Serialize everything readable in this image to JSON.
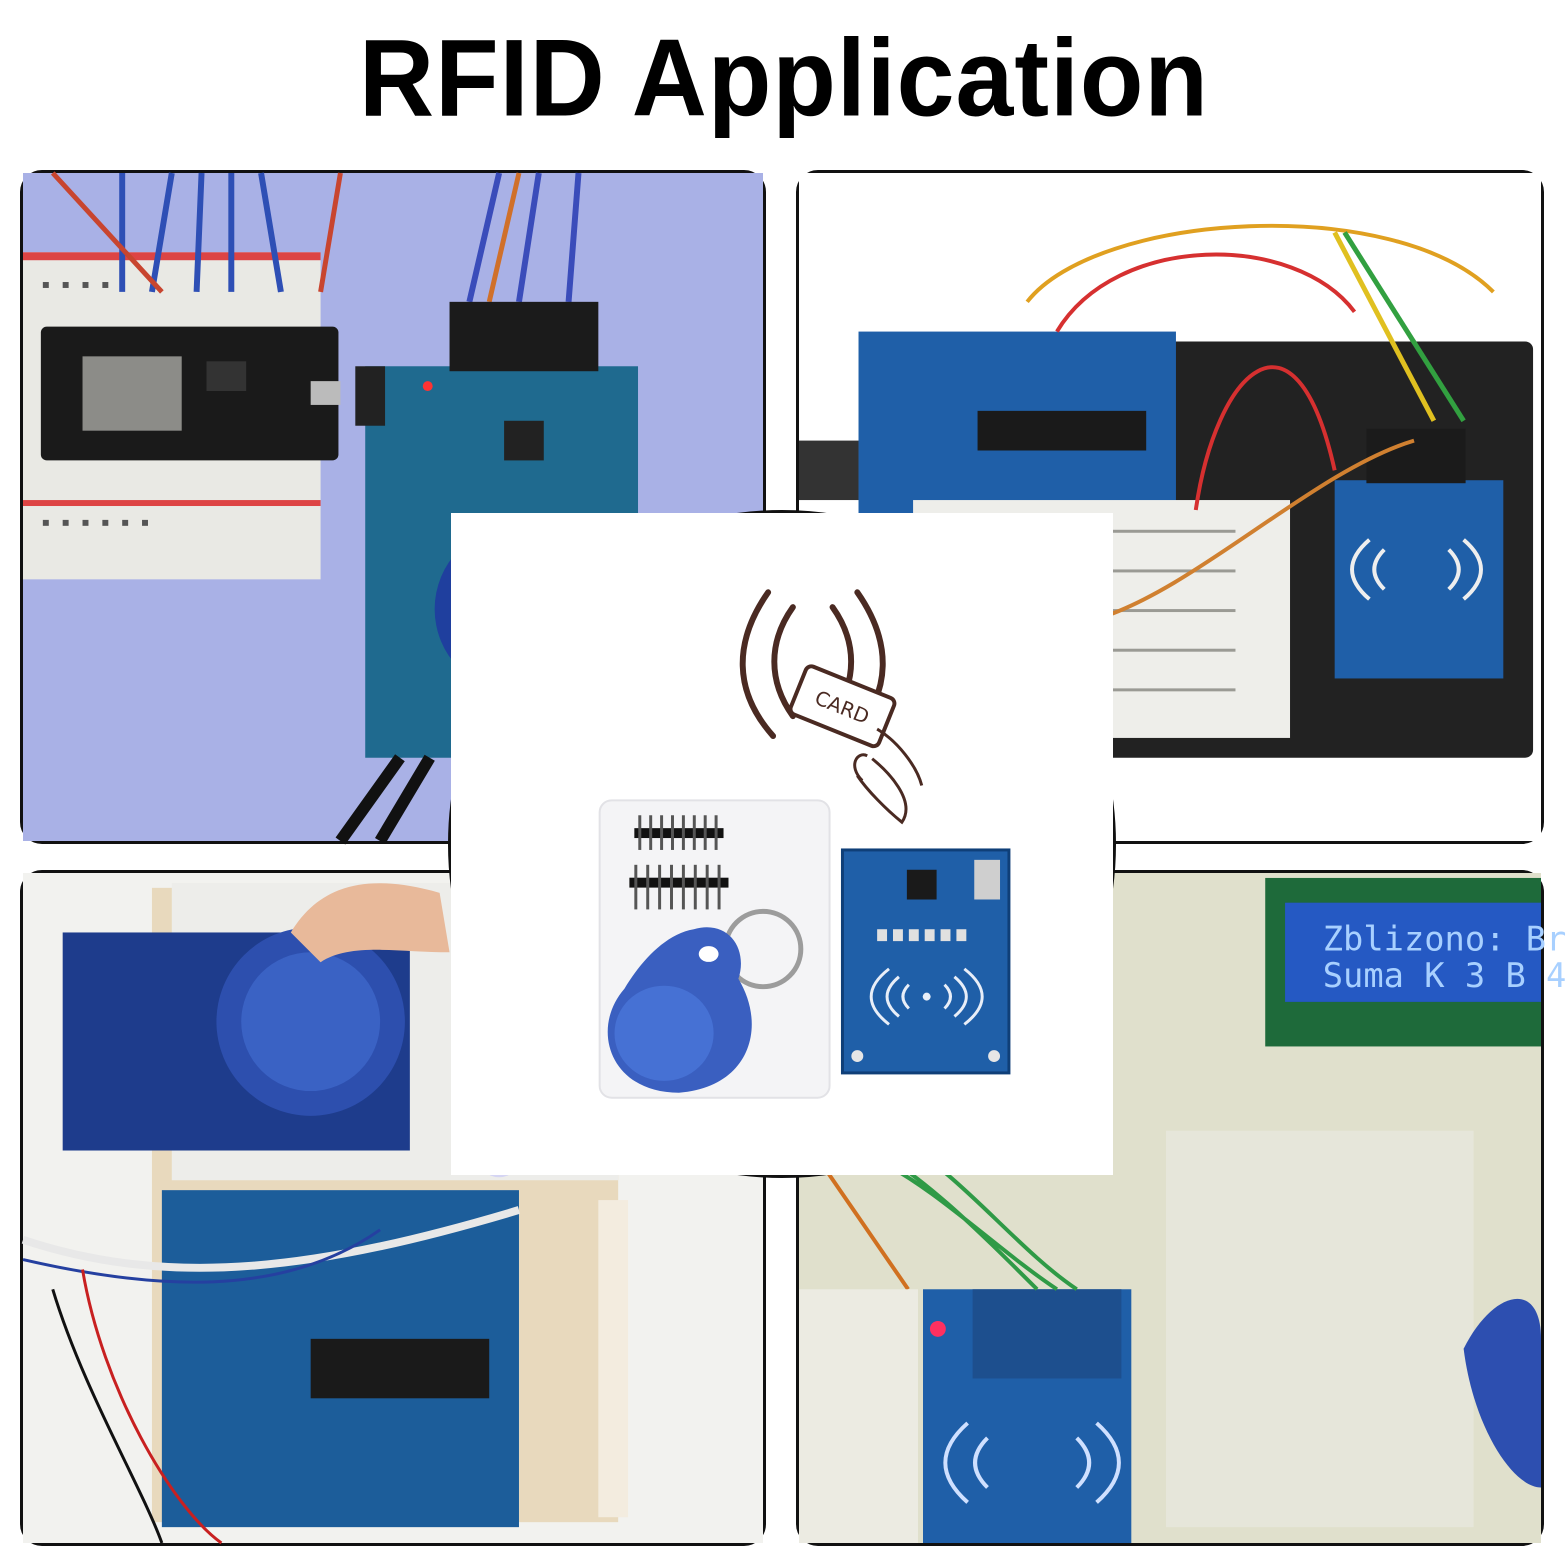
{
  "page": {
    "title": "RFID Application"
  },
  "center": {
    "card_label": "CARD"
  },
  "bottom_right": {
    "lcd_line1": "Zblizono: Br",
    "lcd_line2": "Suma K 3 B 4"
  },
  "colors": {
    "pcb_blue": "#1f5fa8",
    "tag_blue": "#2e57b0",
    "breadboard": "#eeeeea",
    "bg_lavender": "#a9b2e8",
    "lcd_blue": "#2a6fe0"
  }
}
